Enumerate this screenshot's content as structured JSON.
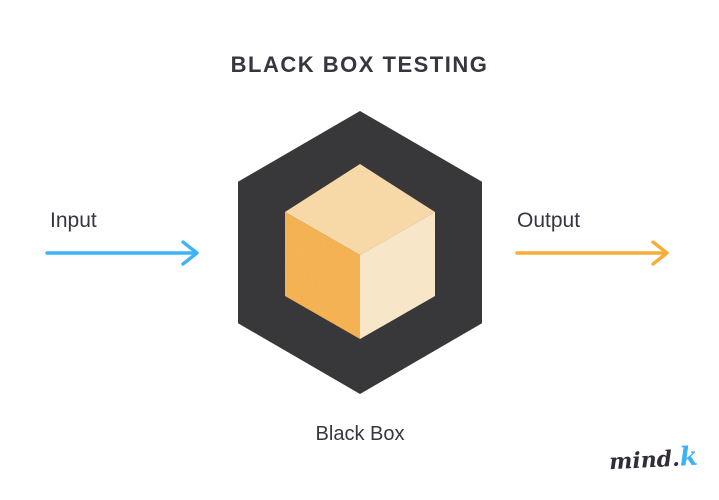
{
  "page": {
    "background": "#ffffff",
    "text_color": "#3a3440"
  },
  "title": {
    "text": "BLACK BOX TESTING"
  },
  "diagram": {
    "input": {
      "label": "Input",
      "arrow_color": "#3fb3f7",
      "arrow_direction": "right"
    },
    "output": {
      "label": "Output",
      "arrow_color": "#f8ad36",
      "arrow_direction": "right"
    },
    "black_box": {
      "label": "Black Box",
      "hexagon_color": "#38383a",
      "cube": {
        "top_color": "#f6d49c",
        "left_color": "#f2a83c",
        "right_color": "#f6e3c0"
      }
    }
  },
  "logo": {
    "text": "mind.",
    "accent": "k",
    "text_color": "#322c38",
    "accent_color": "#3db2f2"
  }
}
